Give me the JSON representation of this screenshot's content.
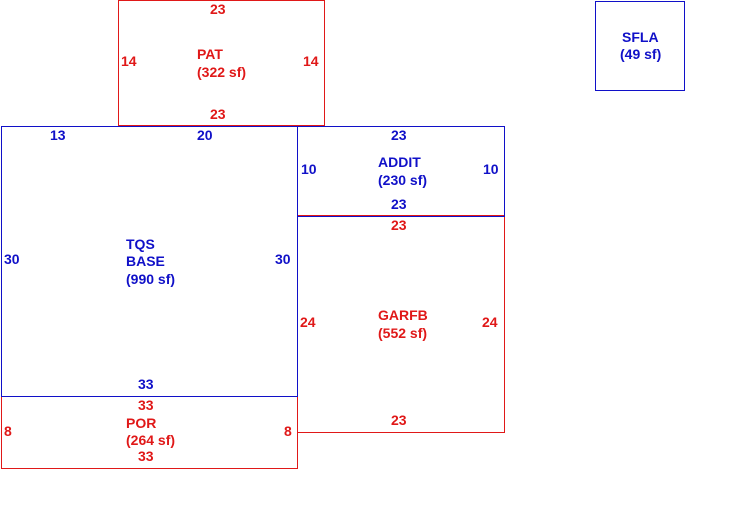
{
  "colors": {
    "blue": "#1010c8",
    "red": "#e01818",
    "background": "#ffffff"
  },
  "areas": {
    "pat": {
      "code": "PAT",
      "area": "(322 sf)",
      "top": "23",
      "bottom": "23",
      "left": "14",
      "right": "14"
    },
    "sfla": {
      "code": "SFLA",
      "area": "(49 sf)"
    },
    "base": {
      "code_line1": "TQS",
      "code_line2": "BASE",
      "area": "(990 sf)",
      "top_left": "13",
      "top_right": "20",
      "left": "30",
      "right": "30",
      "bottom": "33"
    },
    "addit": {
      "code": "ADDIT",
      "area": "(230 sf)",
      "top": "23",
      "bottom": "23",
      "left": "10",
      "right": "10"
    },
    "garfb": {
      "code": "GARFB",
      "area": "(552 sf)",
      "top": "23",
      "bottom": "23",
      "left": "24",
      "right": "24"
    },
    "por": {
      "code": "POR",
      "area": "(264 sf)",
      "top": "33",
      "bottom": "33",
      "left": "8",
      "right": "8"
    }
  }
}
